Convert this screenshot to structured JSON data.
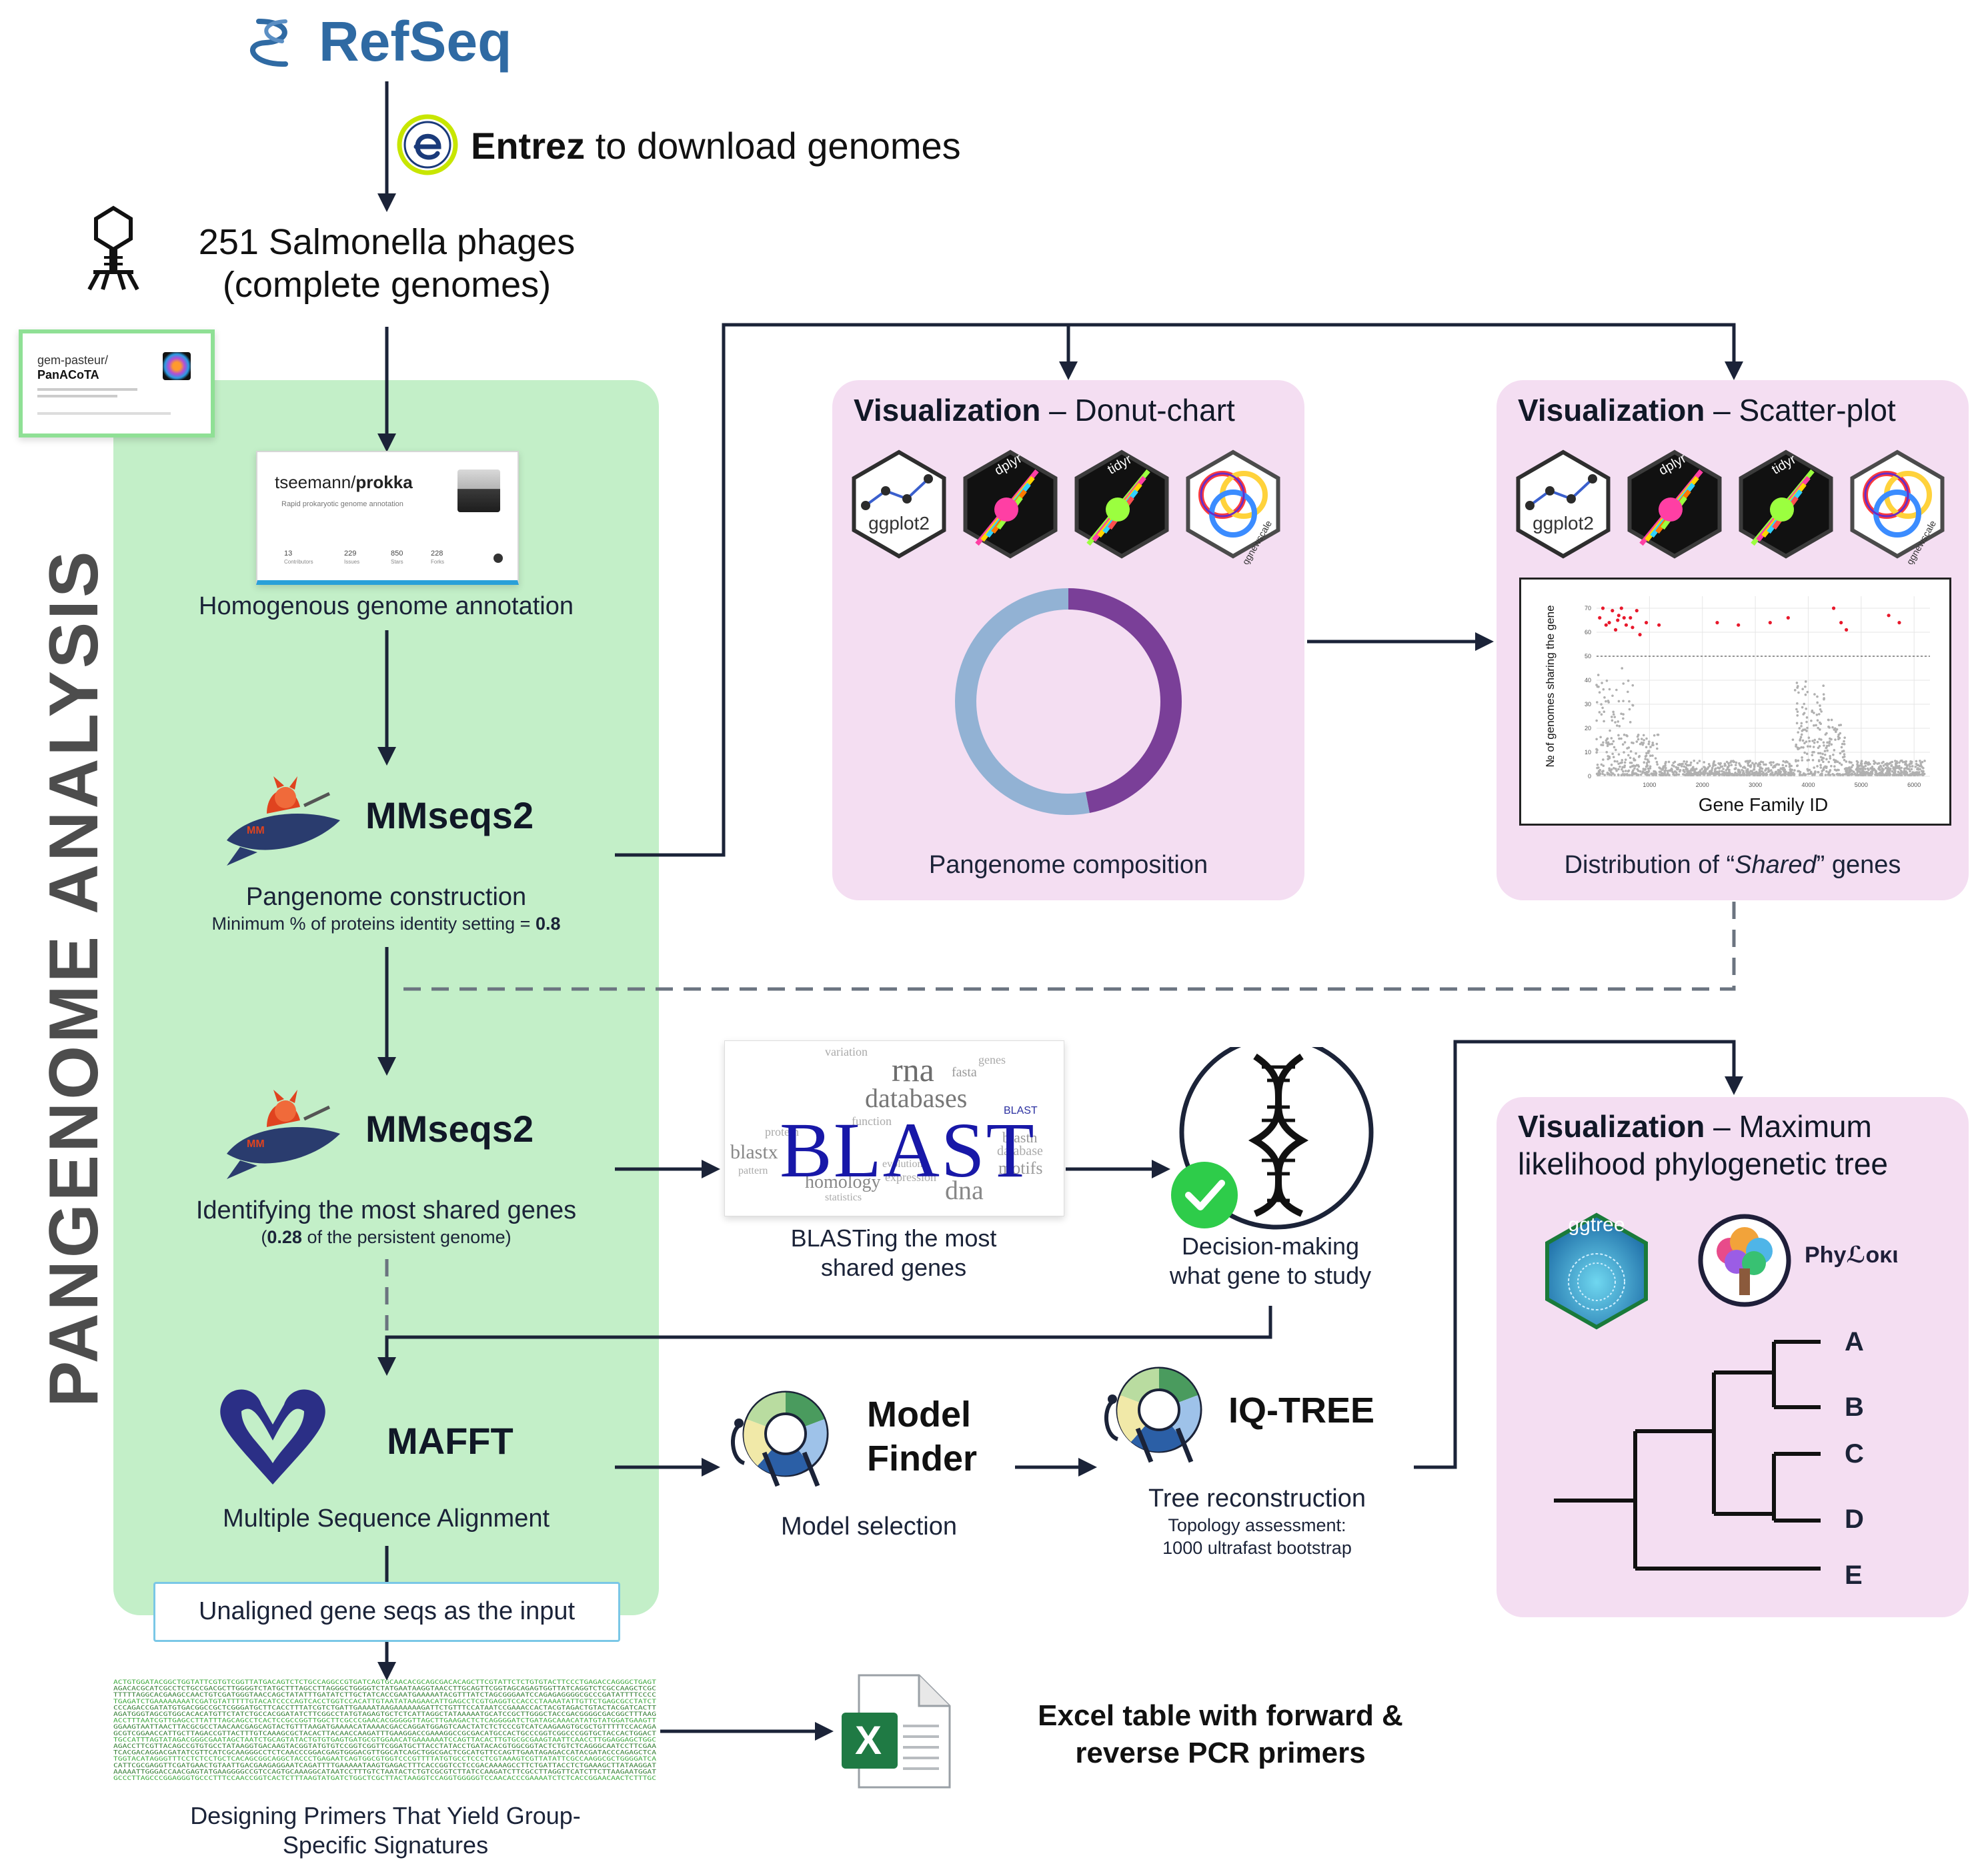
{
  "header": {
    "refseq": "RefSeq",
    "entrez_bold": "Entrez",
    "entrez_rest": " to download genomes",
    "phages_line1": "251 Salmonella phages",
    "phages_line2": "(complete genomes)"
  },
  "side_title": "PANGENOME ANALYSIS",
  "panacota_card": {
    "owner": "gem-pasteur/",
    "repo": "PanACoTA"
  },
  "prokka_card": {
    "owner": "tseemann/",
    "repo": "prokka",
    "desc": "Rapid prokaryotic genome annotation",
    "stats": [
      {
        "value": "13",
        "label": "Contributors"
      },
      {
        "value": "229",
        "label": "Issues"
      },
      {
        "value": "850",
        "label": "Stars"
      },
      {
        "value": "228",
        "label": "Forks"
      }
    ]
  },
  "steps": {
    "annotation": "Homogenous genome annotation",
    "mmseqs_name": "MMseqs2",
    "pangenome_construction": "Pangenome construction",
    "identity_setting": "Minimum % of proteins identity setting = ",
    "identity_value": "0.8",
    "mmseqs2_name_b": "MMseqs2",
    "shared_genes": "Identifying the most shared genes",
    "persistent_open": "(",
    "persistent_value": "0.28",
    "persistent_rest": " of the persistent genome)",
    "mafft_name": "MAFFT",
    "msa": "Multiple Sequence Alignment",
    "input_box": "Unaligned gene seqs as the input",
    "primer_line1": "Designing Primers That Yield Group-",
    "primer_line2": "Specific Signatures",
    "excel_line1": "Excel table with forward &",
    "excel_line2": "reverse PCR primers"
  },
  "blast": {
    "logo": "BLAST",
    "line1": "BLASTing the most",
    "line2": "shared genes",
    "cloud_words": [
      "rna",
      "fasta",
      "databases",
      "blastx",
      "homology",
      "dna",
      "blastn",
      "motifs",
      "expression",
      "database",
      "variation",
      "BLAST",
      "function",
      "protein",
      "pattern",
      "genes",
      "statistics",
      "evolution"
    ]
  },
  "decision": {
    "line1": "Decision-making",
    "line2": "what gene to study"
  },
  "modelfinder": {
    "line1": "Model",
    "line2": "Finder",
    "caption": "Model selection"
  },
  "iqtree": {
    "name": "IQ-TREE",
    "caption": "Tree reconstruction",
    "sub1": "Topology assessment:",
    "sub2": "1000 ultrafast bootstrap"
  },
  "vis_donut": {
    "bold": "Visualization",
    "rest": " – Donut-chart",
    "caption": "Pangenome composition"
  },
  "vis_scatter": {
    "bold": "Visualization",
    "rest": " – Scatter-plot",
    "caption_pre": "Distribution of “",
    "caption_em": "Shared",
    "caption_post": "” genes"
  },
  "vis_tree": {
    "bold": "Visualization",
    "rest": " – Maximum",
    "line2": "likelihood phylogenetic tree",
    "ggtree": "ggtree",
    "phyloki": "Phyℒoκι",
    "tips": [
      "A",
      "B",
      "C",
      "D",
      "E"
    ]
  },
  "packages": [
    "ggplot2",
    "dplyr",
    "tidyr",
    "ggnewscale"
  ],
  "chart_data": [
    {
      "type": "pie",
      "hole": true,
      "slices": [
        {
          "value": 0.47,
          "color": "#7a3f98"
        },
        {
          "value": 0.53,
          "color": "#92b2d4"
        }
      ]
    },
    {
      "type": "scatter",
      "xlabel": "Gene Family ID",
      "ylabel": "№ of genomes sharing the gene",
      "xticks": [
        1000,
        2000,
        3000,
        4000,
        5000,
        6000
      ],
      "yticks": [
        0,
        10,
        20,
        30,
        40,
        50,
        60,
        70
      ],
      "xlim": [
        0,
        6300
      ],
      "ylim": [
        0,
        75
      ],
      "threshold": 50,
      "grid": true,
      "colors": {
        "below": "#b0b0b0",
        "above": "#e8182b"
      },
      "highlight_points": [
        [
          60,
          66
        ],
        [
          120,
          70
        ],
        [
          180,
          63
        ],
        [
          240,
          64
        ],
        [
          300,
          69
        ],
        [
          360,
          61
        ],
        [
          400,
          65
        ],
        [
          420,
          67
        ],
        [
          470,
          70
        ],
        [
          520,
          66
        ],
        [
          560,
          63
        ],
        [
          640,
          66
        ],
        [
          680,
          62
        ],
        [
          760,
          69
        ],
        [
          820,
          59
        ],
        [
          940,
          64
        ],
        [
          1180,
          63
        ],
        [
          2280,
          64
        ],
        [
          2680,
          63
        ],
        [
          3280,
          64
        ],
        [
          3620,
          66
        ],
        [
          4480,
          70
        ],
        [
          4620,
          64
        ],
        [
          4720,
          61
        ],
        [
          5520,
          67
        ],
        [
          5720,
          64
        ]
      ]
    }
  ],
  "colors": {
    "green_panel": "#c3efc8",
    "pink_panel": "#f4def2",
    "arrow": "#1b2338",
    "dashed": "#6b7480",
    "refseq_blue": "#2f6aa3",
    "excel_green": "#1f7a44"
  }
}
